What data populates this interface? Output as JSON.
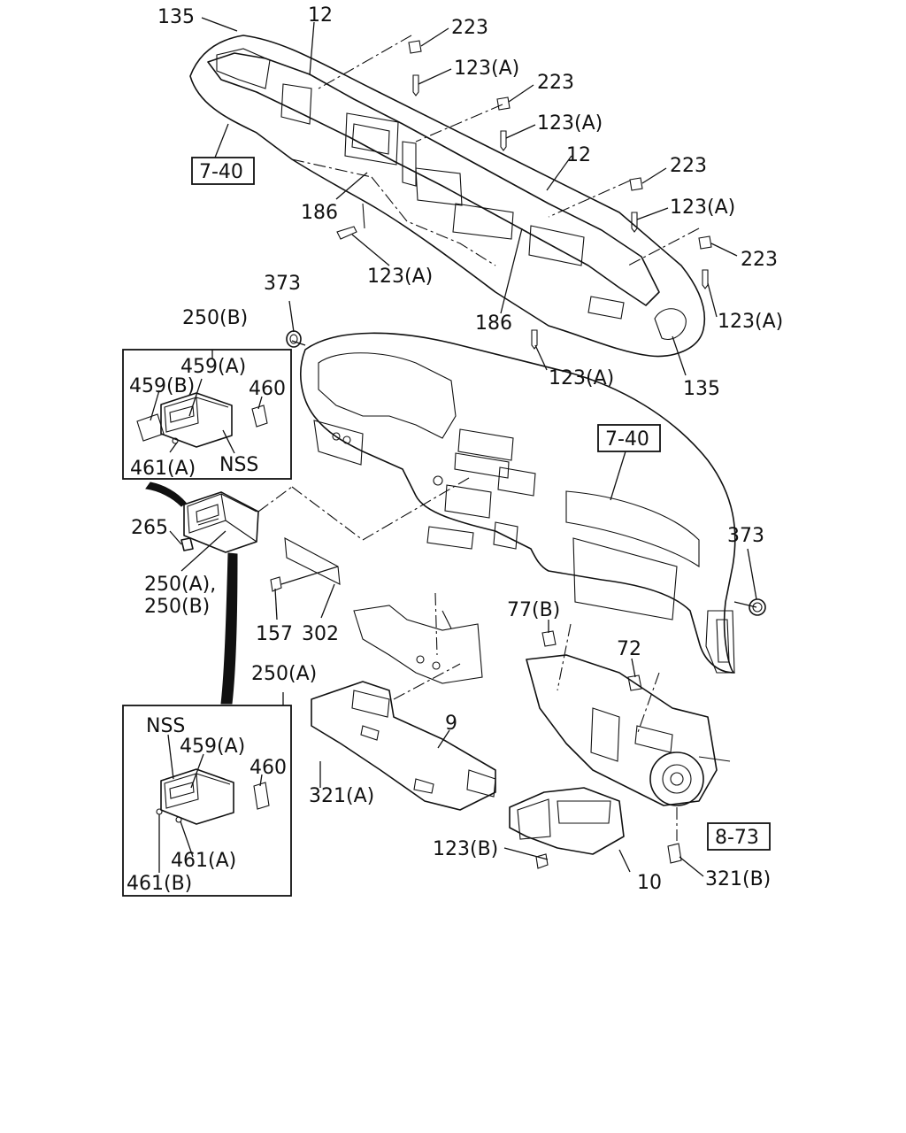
{
  "labels": {
    "l135_top": "135",
    "l12_top": "12",
    "l223_1": "223",
    "l123a_1": "123(A)",
    "l223_2": "223",
    "l123a_2": "123(A)",
    "l12_mid": "12",
    "l223_3": "223",
    "l123a_3": "123(A)",
    "l223_4": "223",
    "l123a_4": "123(A)",
    "l740_top": "7-40",
    "l186_left": "186",
    "l123a_5": "123(A)",
    "l186_mid": "186",
    "l123a_6": "123(A)",
    "l135_bot": "135",
    "l373_top": "373",
    "l250b_top": "250(B)",
    "l459a_top": "459(A)",
    "l459b": "459(B)",
    "l460_top": "460",
    "l461a_top": "461(A)",
    "lnss_top": "NSS",
    "l740_mid": "7-40",
    "l265": "265",
    "l250ab_1": "250(A),",
    "l250ab_2": "250(B)",
    "l373_right": "373",
    "l157": "157",
    "l302": "302",
    "l77b": "77(B)",
    "l72": "72",
    "l250a_bot": "250(A)",
    "lnss_bot": "NSS",
    "l459a_bot": "459(A)",
    "l460_bot": "460",
    "l9": "9",
    "l321a": "321(A)",
    "l461a_bot": "461(A)",
    "l461b": "461(B)",
    "l873": "8-73",
    "l123b": "123(B)",
    "l10": "10",
    "l321b": "321(B)"
  }
}
